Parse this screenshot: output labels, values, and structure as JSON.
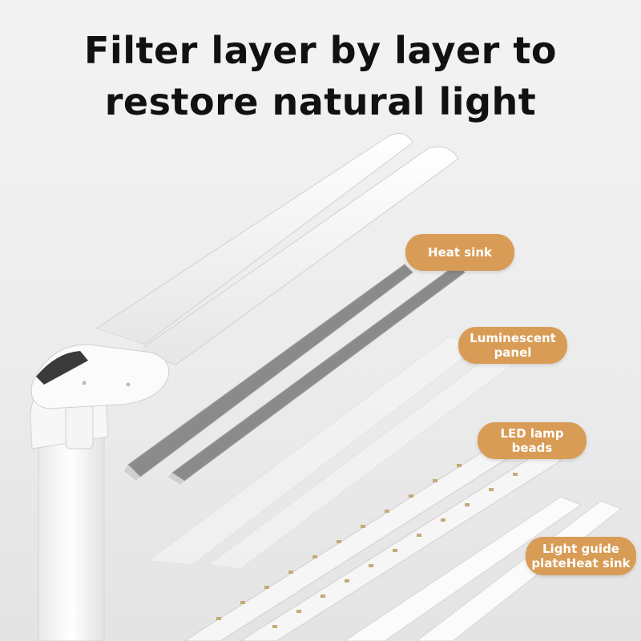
{
  "headline": {
    "line1": "Filter layer by layer to",
    "line2": "restore natural light"
  },
  "callouts": {
    "heat_sink": "Heat sink",
    "luminescent_line1": "Luminescent",
    "luminescent_line2": "panel",
    "led_line1": "LED lamp",
    "led_line2": "beads",
    "guide_line1": "Light guide",
    "guide_line2": "plateHeat sink"
  },
  "colors": {
    "callout_bg": "#d89c56",
    "led_bead": "#c8a878",
    "heat_sink_metal": "#8e8e8e"
  }
}
